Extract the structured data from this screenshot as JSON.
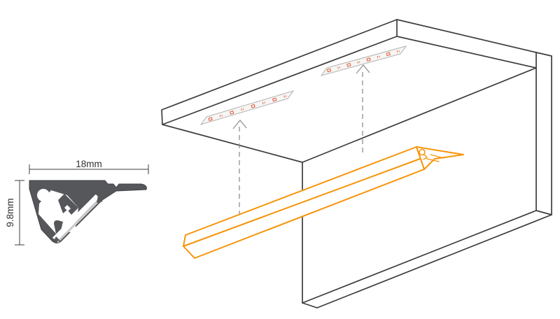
{
  "page": {
    "background": "#ffffff"
  },
  "profile_dimensions": {
    "width_label": "18mm",
    "height_label": "9.8mm"
  },
  "colors": {
    "page_bg": "#ffffff",
    "line_dark": "#3d3d3f",
    "profile_fill": "#55575a",
    "profile_edge": "#404245",
    "cutout_light": "#c9cacc",
    "accent_orange": "#f7940a",
    "led_red": "#e2492f",
    "strip_outline": "#b7b7b7",
    "strip_fill": "#f7f6f3",
    "arrow_gray": "#8f8f8f",
    "dim_text": "#2f2f2f"
  },
  "scene": {
    "description_elements": {
      "cross_section": "corner-led-profile-cross-section",
      "cabinet": "cabinet-corner-wireframe",
      "profile_3d": "led-profile-outline-3d"
    },
    "led_strips": {
      "count": 2,
      "leds_per_strip": 8
    },
    "mounting_arrows": {
      "count": 2
    }
  }
}
